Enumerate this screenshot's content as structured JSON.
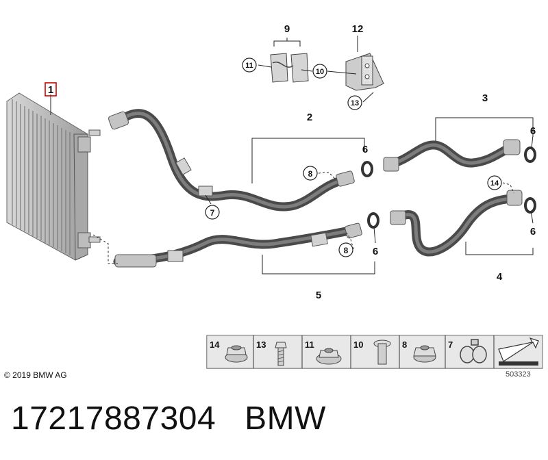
{
  "diagram": {
    "copyright": "© 2019 BMW AG",
    "diagram_id": "503323",
    "callouts": {
      "c1": "1",
      "c2": "2",
      "c3": "3",
      "c4": "4",
      "c5": "5",
      "c6a": "6",
      "c6b": "6",
      "c6c": "6",
      "c6d": "6",
      "c7": "7",
      "c8a": "8",
      "c8b": "8",
      "c9": "9",
      "c10": "10",
      "c11": "11",
      "c12": "12",
      "c13": "13",
      "c14": "14"
    },
    "legend": [
      "14",
      "13",
      "11",
      "10",
      "8",
      "7"
    ]
  },
  "footer": {
    "part_number": "17217887304",
    "brand": "BMW"
  },
  "colors": {
    "highlight": "#cc0000",
    "hose": "#555555",
    "metal": "#b5b5b5"
  }
}
